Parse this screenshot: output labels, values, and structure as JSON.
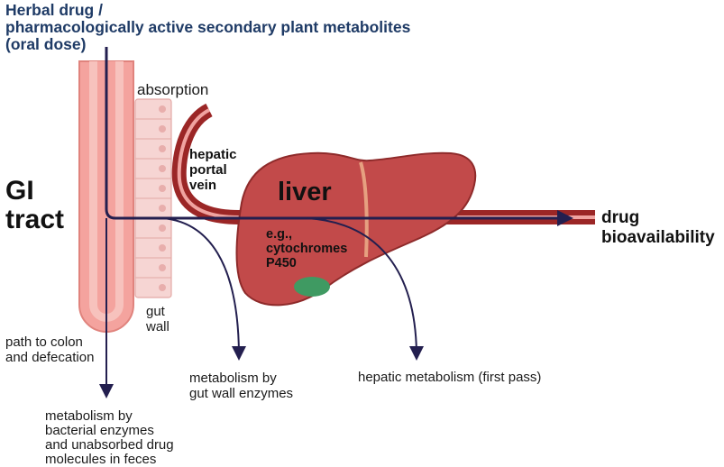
{
  "title": "Herbal drug /\npharmacologically active secondary plant metabolites\n(oral dose)",
  "labels": {
    "gi_tract": "GI\ntract",
    "absorption": "absorption",
    "hepatic_portal_vein": "hepatic\nportal\nvein",
    "liver": "liver",
    "enzymes": "e.g.,\ncytochromes\nP450",
    "gut_wall": "gut\nwall",
    "drug_bioavailability": "drug\nbioavailability",
    "path_to_colon": "path to colon\nand defecation",
    "gut_wall_enzymes": "metabolism by\ngut wall enzymes",
    "hepatic_metabolism": "hepatic metabolism (first pass)",
    "bacterial_metabolism": "metabolism by\nbacterial enzymes\nand unabsorbed drug\nmolecules in feces"
  },
  "colors": {
    "arrow": "#231f4f",
    "title": "#1f3b66",
    "liver": "#c24a4a",
    "liver_dark": "#8e2a2a",
    "vein": "#9b2626",
    "vein_light": "#f0a3a0",
    "gi_tract": "#f4a39e",
    "gi_inner": "#f7c2bd",
    "gut_cells": "#f6d5d3",
    "gallbladder": "#3f9a62"
  }
}
